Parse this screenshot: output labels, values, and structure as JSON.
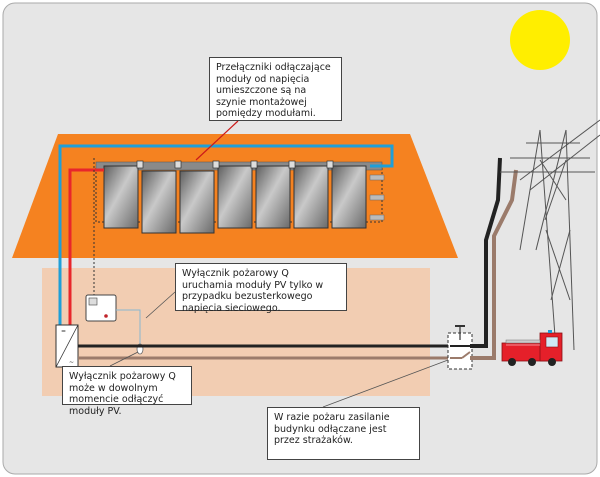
{
  "callouts": {
    "top": "Przełączniki odłączające moduły od napięcia umieszczone są na szynie montażowej pomiędzy modułami.",
    "q_switch": "Wyłącznik pożarowy Q uruchamia moduły PV tylko w przypadku bezusterkowego napięcia sieciowego.",
    "left": "Wyłącznik pożarowy Q może w dowolnym momencie odłączyć moduły PV.",
    "fire": "W razie pożaru zasilanie budynku odłączane  jest przez strażaków."
  },
  "colors": {
    "background": "#e6e6e6",
    "roof": "#f58220",
    "house_wall": "#f2cdb2",
    "sun": "#ffee00",
    "dc_plus_cable": "#e8262b",
    "dc_minus_cable": "#1e9fd8",
    "grid_line_dark": "#222222",
    "grid_line_brown": "#9b7b6b",
    "fire_truck": "#e5202a"
  },
  "icons": [
    "sun-icon",
    "pv-module-icon",
    "inverter-icon",
    "fire-switch-icon",
    "power-pylon-icon",
    "fire-truck-icon",
    "disconnect-switch-icon"
  ]
}
